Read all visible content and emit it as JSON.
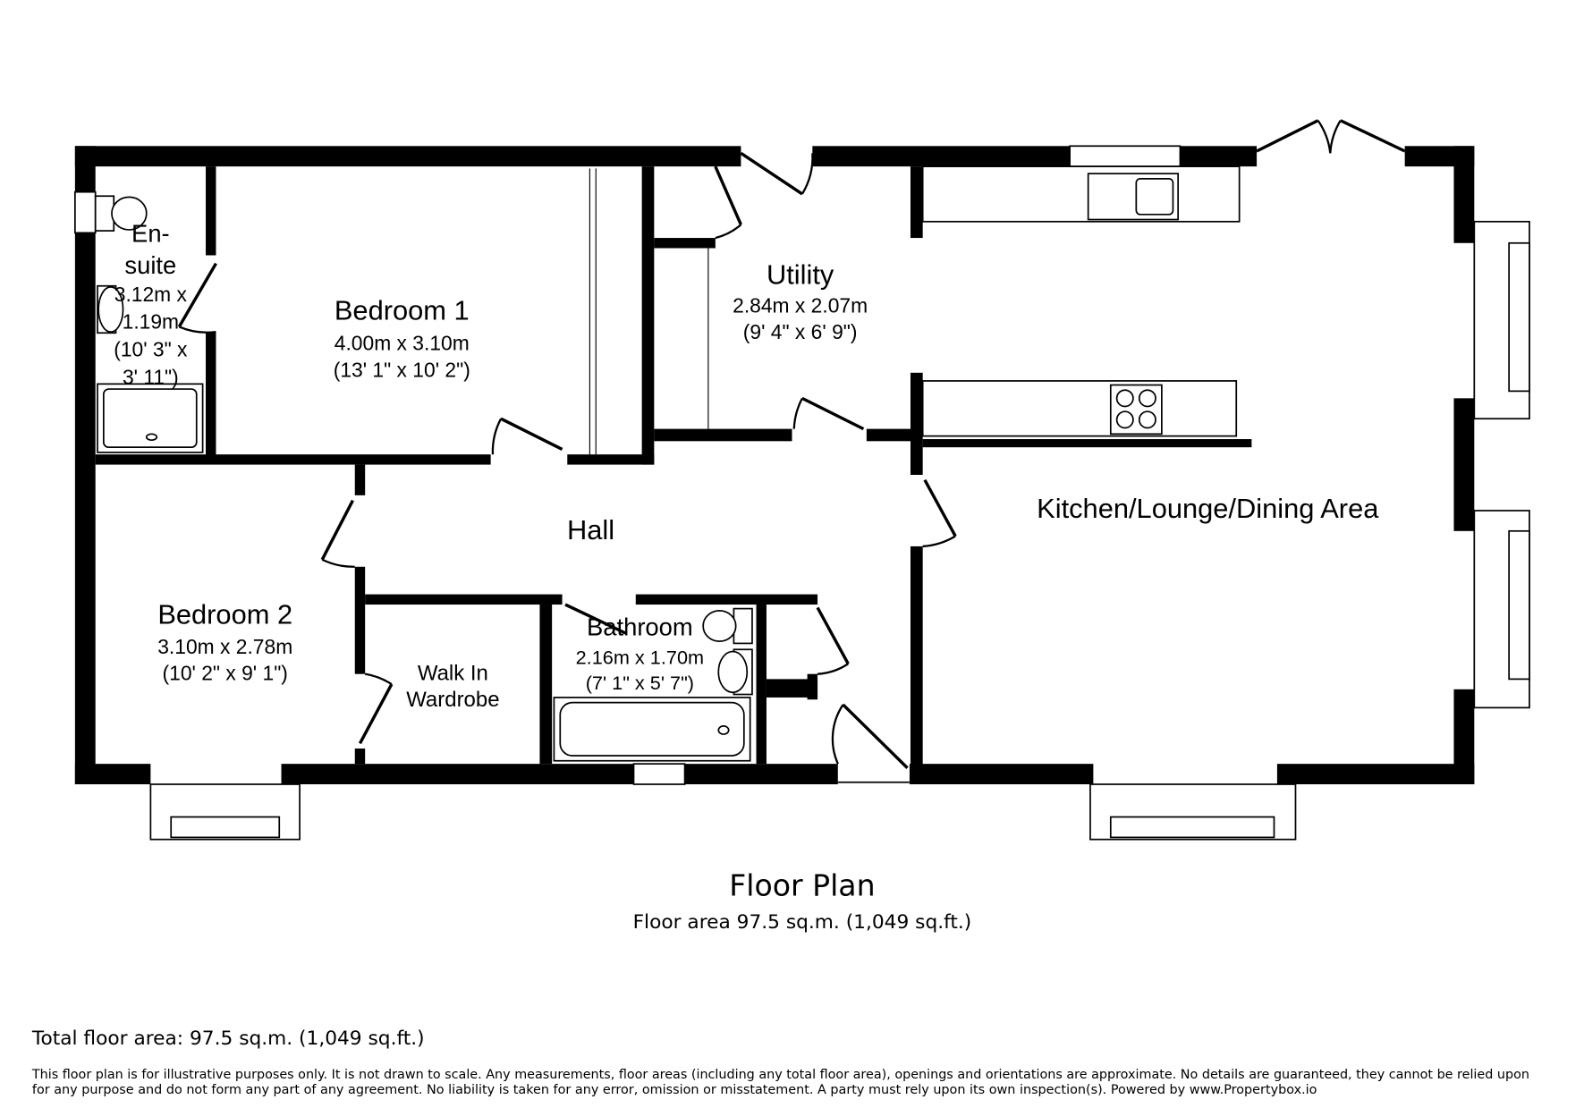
{
  "rooms": {
    "ensuite": {
      "name1": "En-",
      "name2": "suite",
      "dim1": "3.12m x",
      "dim2": "1.19m",
      "imp1": "(10' 3\" x",
      "imp2": "3' 11\")"
    },
    "bedroom1": {
      "name": "Bedroom 1",
      "dim": "4.00m x 3.10m",
      "imp": "(13' 1\" x 10' 2\")"
    },
    "utility": {
      "name": "Utility",
      "dim": "2.84m x 2.07m",
      "imp": "(9' 4\" x 6' 9\")"
    },
    "kitchen": {
      "name": "Kitchen/Lounge/Dining Area"
    },
    "hall": {
      "name": "Hall"
    },
    "bedroom2": {
      "name": "Bedroom 2",
      "dim": "3.10m x 2.78m",
      "imp": "(10' 2\" x 9' 1\")"
    },
    "wardrobe": {
      "name1": "Walk In",
      "name2": "Wardrobe"
    },
    "bathroom": {
      "name": "Bathroom",
      "dim": "2.16m x 1.70m",
      "imp": "(7' 1\" x 5' 7\")"
    }
  },
  "plan": {
    "title": "Floor Plan",
    "area": "Floor area 97.5 sq.m. (1,049 sq.ft.)"
  },
  "footer": {
    "total": "Total floor area: 97.5 sq.m. (1,049 sq.ft.)",
    "disclaimer1": "This floor plan is for illustrative purposes only. It is not drawn to scale. Any measurements, floor areas (including any total floor area), openings and orientations are approximate. No details are guaranteed, they cannot be relied upon",
    "disclaimer2": "for any purpose and do not form any part of any agreement. No liability is taken for any error, omission or misstatement. A party must rely upon its own inspection(s). Powered by www.Propertybox.io"
  }
}
